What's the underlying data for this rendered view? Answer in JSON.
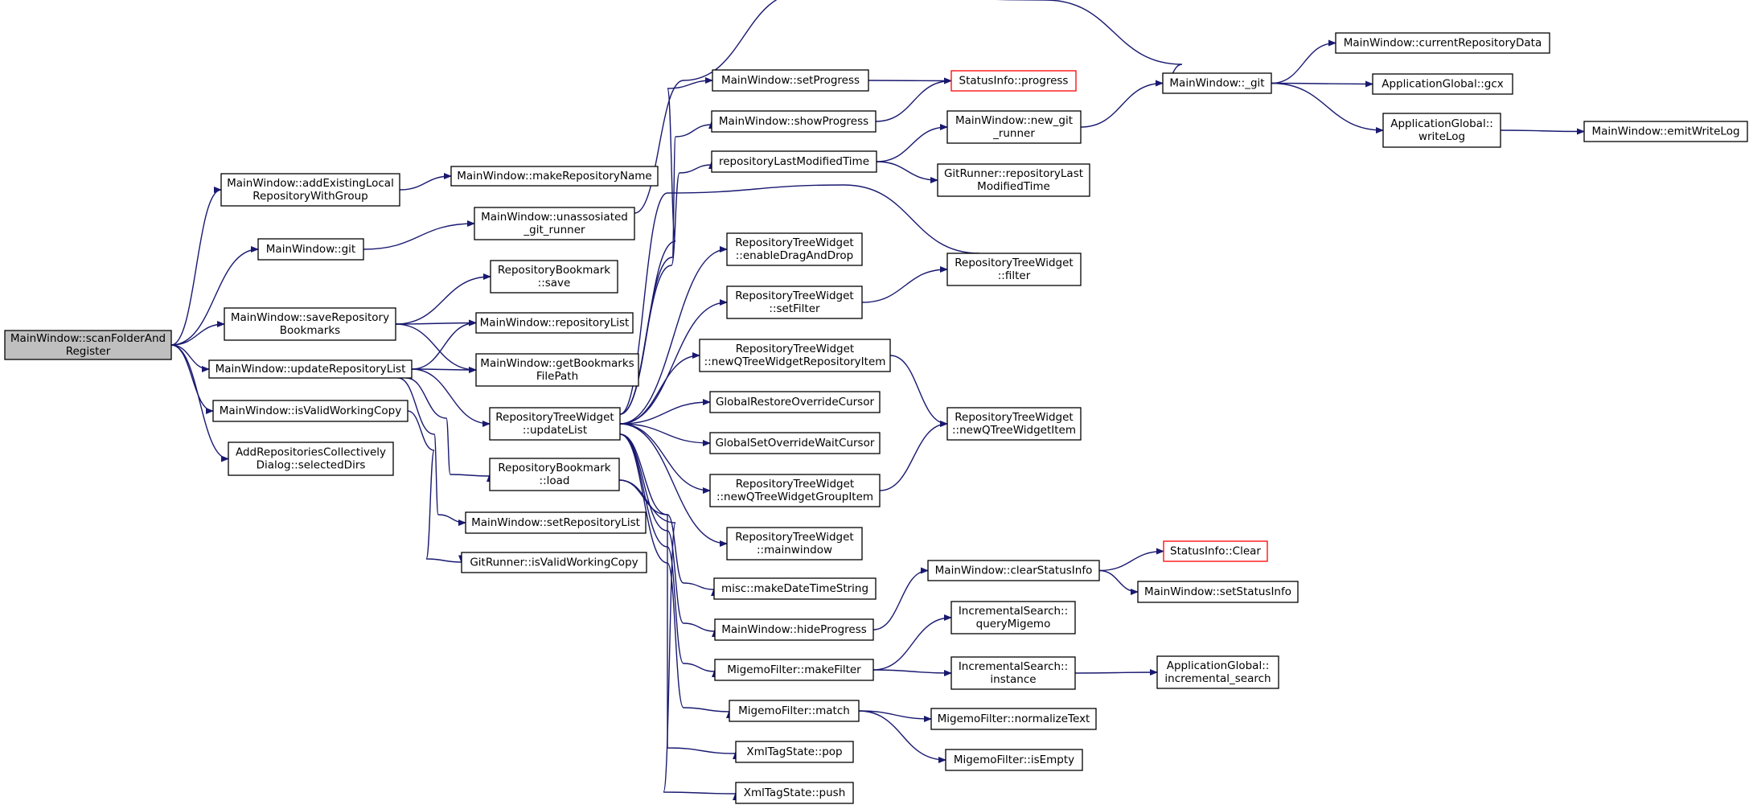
{
  "colors": {
    "edge": "#191970",
    "node_border": "#000000",
    "node_fill": "#ffffff",
    "root_fill": "#bfbfbf",
    "warning_border": "#ff0000"
  },
  "nodes": [
    {
      "id": "scanFolder",
      "lines": [
        "MainWindow::scanFolderAnd",
        "Register"
      ],
      "style": "root"
    },
    {
      "id": "addExisting",
      "lines": [
        "MainWindow::addExistingLocal",
        "RepositoryWithGroup"
      ]
    },
    {
      "id": "git",
      "lines": [
        "MainWindow::git"
      ]
    },
    {
      "id": "saveBookmarks",
      "lines": [
        "MainWindow::saveRepository",
        "Bookmarks"
      ]
    },
    {
      "id": "updateRepoList",
      "lines": [
        "MainWindow::updateRepositoryList"
      ]
    },
    {
      "id": "isValidMW",
      "lines": [
        "MainWindow::isValidWorkingCopy"
      ]
    },
    {
      "id": "addColl",
      "lines": [
        "AddRepositoriesCollectively",
        "Dialog::selectedDirs"
      ]
    },
    {
      "id": "makeRepoName",
      "lines": [
        "MainWindow::makeRepositoryName"
      ]
    },
    {
      "id": "unassosiated",
      "lines": [
        "MainWindow::unassosiated",
        "_git_runner"
      ]
    },
    {
      "id": "bookmarkSave",
      "lines": [
        "RepositoryBookmark",
        "::save"
      ]
    },
    {
      "id": "repositoryList",
      "lines": [
        "MainWindow::repositoryList"
      ]
    },
    {
      "id": "getBookmarksPath",
      "lines": [
        "MainWindow::getBookmarks",
        "FilePath"
      ]
    },
    {
      "id": "updateList",
      "lines": [
        "RepositoryTreeWidget",
        "::updateList"
      ]
    },
    {
      "id": "bookmarkLoad",
      "lines": [
        "RepositoryBookmark",
        "::load"
      ]
    },
    {
      "id": "setRepoList",
      "lines": [
        "MainWindow::setRepositoryList"
      ]
    },
    {
      "id": "grIsValid",
      "lines": [
        "GitRunner::isValidWorkingCopy"
      ]
    },
    {
      "id": "setProgress",
      "lines": [
        "MainWindow::setProgress"
      ]
    },
    {
      "id": "showProgress",
      "lines": [
        "MainWindow::showProgress"
      ]
    },
    {
      "id": "repoLastMod",
      "lines": [
        "repositoryLastModifiedTime"
      ]
    },
    {
      "id": "enableDrag",
      "lines": [
        "RepositoryTreeWidget",
        "::enableDragAndDrop"
      ]
    },
    {
      "id": "setFilter",
      "lines": [
        "RepositoryTreeWidget",
        "::setFilter"
      ]
    },
    {
      "id": "newRepoItem",
      "lines": [
        "RepositoryTreeWidget",
        "::newQTreeWidgetRepositoryItem"
      ]
    },
    {
      "id": "restoreCursor",
      "lines": [
        "GlobalRestoreOverrideCursor"
      ]
    },
    {
      "id": "setWaitCursor",
      "lines": [
        "GlobalSetOverrideWaitCursor"
      ]
    },
    {
      "id": "newGroupItem",
      "lines": [
        "RepositoryTreeWidget",
        "::newQTreeWidgetGroupItem"
      ]
    },
    {
      "id": "mainwindow",
      "lines": [
        "RepositoryTreeWidget",
        "::mainwindow"
      ]
    },
    {
      "id": "makeDate",
      "lines": [
        "misc::makeDateTimeString"
      ]
    },
    {
      "id": "hideProgress",
      "lines": [
        "MainWindow::hideProgress"
      ]
    },
    {
      "id": "makeFilter",
      "lines": [
        "MigemoFilter::makeFilter"
      ]
    },
    {
      "id": "match",
      "lines": [
        "MigemoFilter::match"
      ]
    },
    {
      "id": "xmlPop",
      "lines": [
        "XmlTagState::pop"
      ]
    },
    {
      "id": "xmlPush",
      "lines": [
        "XmlTagState::push"
      ]
    },
    {
      "id": "statusProgress",
      "lines": [
        "StatusInfo::progress"
      ],
      "style": "warning"
    },
    {
      "id": "newGitRunner",
      "lines": [
        "MainWindow::new_git",
        "_runner"
      ]
    },
    {
      "id": "grLastMod",
      "lines": [
        "GitRunner::repositoryLast",
        "ModifiedTime"
      ]
    },
    {
      "id": "filter",
      "lines": [
        "RepositoryTreeWidget",
        "::filter"
      ]
    },
    {
      "id": "newItem",
      "lines": [
        "RepositoryTreeWidget",
        "::newQTreeWidgetItem"
      ]
    },
    {
      "id": "clearStatus",
      "lines": [
        "MainWindow::clearStatusInfo"
      ]
    },
    {
      "id": "queryMigemo",
      "lines": [
        "IncrementalSearch::",
        "queryMigemo"
      ]
    },
    {
      "id": "isInstance",
      "lines": [
        "IncrementalSearch::",
        "instance"
      ]
    },
    {
      "id": "normalizeText",
      "lines": [
        "MigemoFilter::normalizeText"
      ]
    },
    {
      "id": "isEmpty",
      "lines": [
        "MigemoFilter::isEmpty"
      ]
    },
    {
      "id": "mwGit",
      "lines": [
        "MainWindow::_git"
      ]
    },
    {
      "id": "statusClear",
      "lines": [
        "StatusInfo::Clear"
      ],
      "style": "warning"
    },
    {
      "id": "setStatusInfo",
      "lines": [
        "MainWindow::setStatusInfo"
      ]
    },
    {
      "id": "incSearch",
      "lines": [
        "ApplicationGlobal::",
        "incremental_search"
      ]
    },
    {
      "id": "curRepoData",
      "lines": [
        "MainWindow::currentRepositoryData"
      ]
    },
    {
      "id": "gcx",
      "lines": [
        "ApplicationGlobal::gcx"
      ]
    },
    {
      "id": "writeLog",
      "lines": [
        "ApplicationGlobal::",
        "writeLog"
      ]
    },
    {
      "id": "emitWriteLog",
      "lines": [
        "MainWindow::emitWriteLog"
      ]
    }
  ],
  "edges": [
    [
      "scanFolder",
      "addExisting"
    ],
    [
      "scanFolder",
      "git"
    ],
    [
      "scanFolder",
      "saveBookmarks"
    ],
    [
      "scanFolder",
      "updateRepoList"
    ],
    [
      "scanFolder",
      "isValidMW"
    ],
    [
      "scanFolder",
      "addColl"
    ],
    [
      "addExisting",
      "makeRepoName"
    ],
    [
      "git",
      "unassosiated"
    ],
    [
      "unassosiated",
      "mwGit"
    ],
    [
      "saveBookmarks",
      "bookmarkSave"
    ],
    [
      "saveBookmarks",
      "repositoryList"
    ],
    [
      "saveBookmarks",
      "getBookmarksPath"
    ],
    [
      "updateRepoList",
      "repositoryList"
    ],
    [
      "updateRepoList",
      "getBookmarksPath"
    ],
    [
      "updateRepoList",
      "updateList"
    ],
    [
      "updateRepoList",
      "bookmarkLoad"
    ],
    [
      "updateRepoList",
      "setRepoList"
    ],
    [
      "isValidMW",
      "grIsValid"
    ],
    [
      "updateList",
      "setProgress"
    ],
    [
      "updateList",
      "showProgress"
    ],
    [
      "updateList",
      "repoLastMod"
    ],
    [
      "updateList",
      "filter"
    ],
    [
      "updateList",
      "enableDrag"
    ],
    [
      "updateList",
      "setFilter"
    ],
    [
      "updateList",
      "newRepoItem"
    ],
    [
      "updateList",
      "restoreCursor"
    ],
    [
      "updateList",
      "setWaitCursor"
    ],
    [
      "updateList",
      "newGroupItem"
    ],
    [
      "updateList",
      "mainwindow"
    ],
    [
      "updateList",
      "makeDate"
    ],
    [
      "updateList",
      "hideProgress"
    ],
    [
      "updateList",
      "makeFilter"
    ],
    [
      "updateList",
      "match"
    ],
    [
      "bookmarkLoad",
      "xmlPop"
    ],
    [
      "bookmarkLoad",
      "xmlPush"
    ],
    [
      "setProgress",
      "statusProgress"
    ],
    [
      "showProgress",
      "statusProgress"
    ],
    [
      "repoLastMod",
      "newGitRunner"
    ],
    [
      "repoLastMod",
      "grLastMod"
    ],
    [
      "newGitRunner",
      "mwGit"
    ],
    [
      "setFilter",
      "filter"
    ],
    [
      "newRepoItem",
      "newItem"
    ],
    [
      "newGroupItem",
      "newItem"
    ],
    [
      "hideProgress",
      "clearStatus"
    ],
    [
      "clearStatus",
      "statusClear"
    ],
    [
      "clearStatus",
      "setStatusInfo"
    ],
    [
      "makeFilter",
      "queryMigemo"
    ],
    [
      "makeFilter",
      "isInstance"
    ],
    [
      "isInstance",
      "incSearch"
    ],
    [
      "match",
      "normalizeText"
    ],
    [
      "match",
      "isEmpty"
    ],
    [
      "mwGit",
      "curRepoData"
    ],
    [
      "mwGit",
      "gcx"
    ],
    [
      "mwGit",
      "writeLog"
    ],
    [
      "writeLog",
      "emitWriteLog"
    ]
  ]
}
